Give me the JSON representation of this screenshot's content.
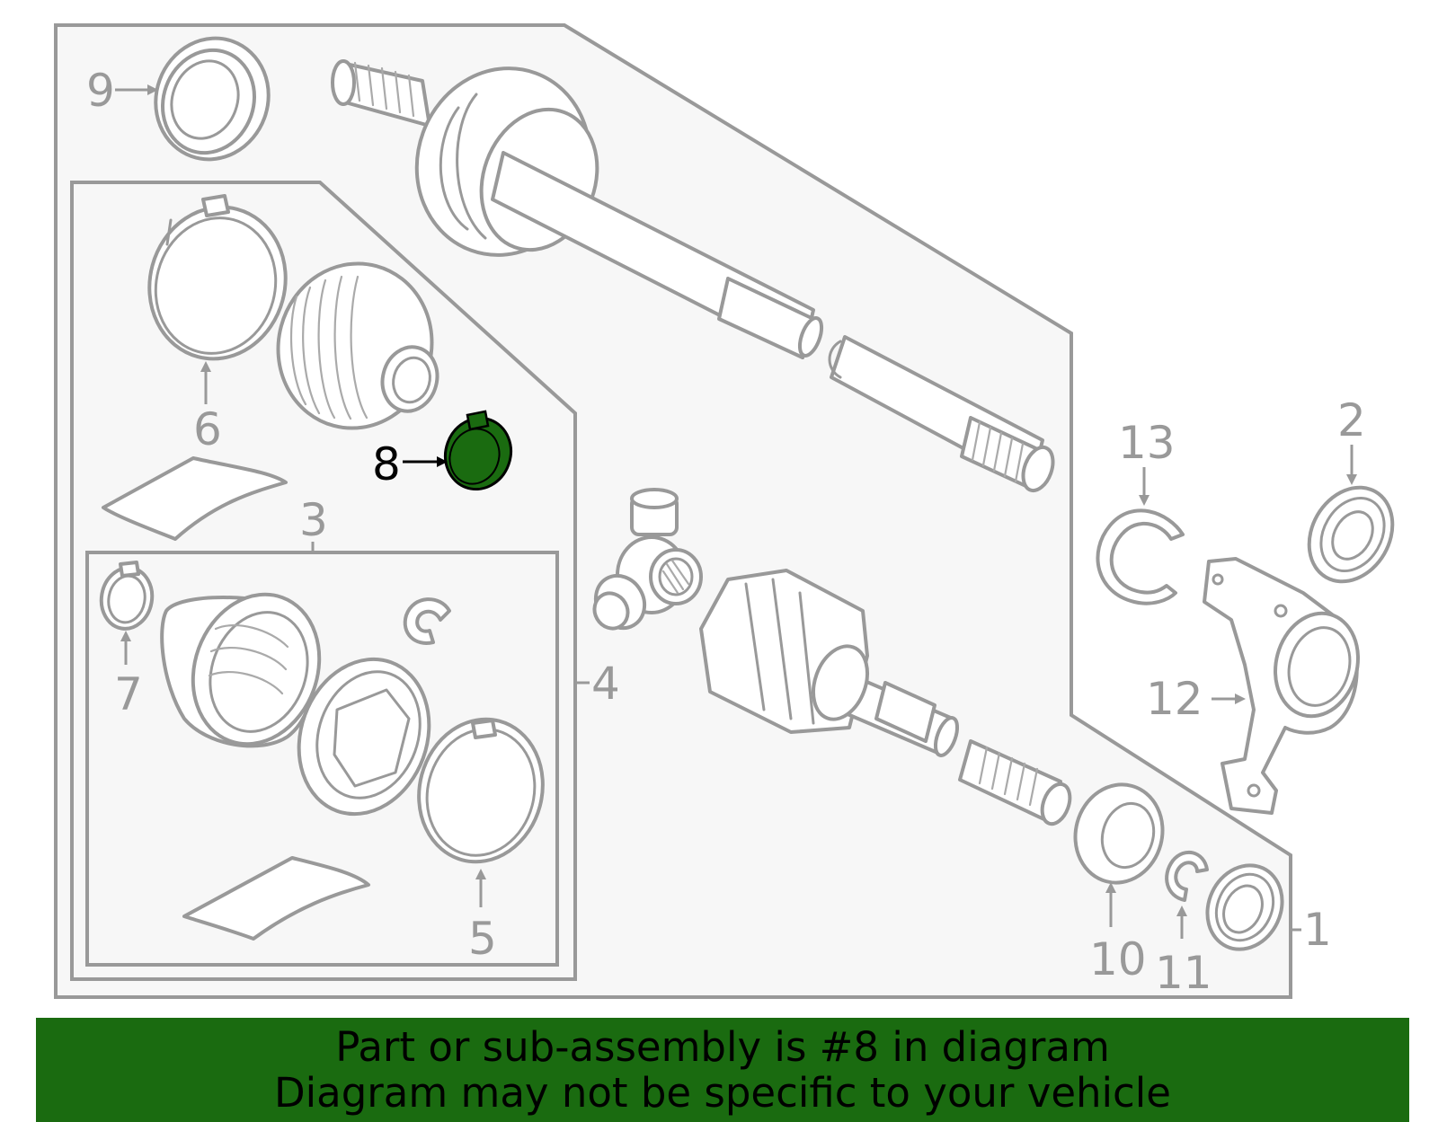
{
  "callouts": {
    "c1": "1",
    "c2": "2",
    "c3": "3",
    "c4": "4",
    "c5": "5",
    "c6": "6",
    "c7": "7",
    "c8": "8",
    "c9": "9",
    "c10": "10",
    "c11": "11",
    "c12": "12",
    "c13": "13"
  },
  "highlighted_part": "8",
  "colors": {
    "highlight_fill": "#1a6b10",
    "panel_fill": "#f7f7f7",
    "outline": "#999999",
    "banner_bg": "#1a6b10"
  },
  "banner": {
    "line1": "Part or sub-assembly is #8 in diagram",
    "line2": "Diagram may not be specific to your vehicle"
  }
}
